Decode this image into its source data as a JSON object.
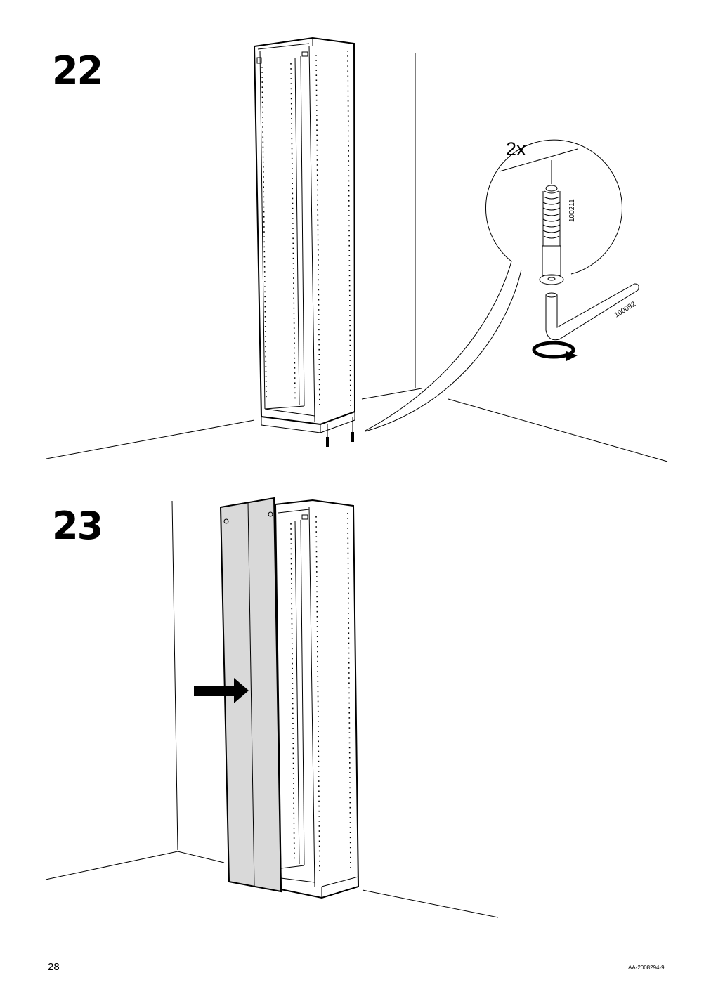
{
  "steps": {
    "step22": {
      "number": "22",
      "quantity": "2x",
      "part_screw": "100211",
      "part_tool": "100092"
    },
    "step23": {
      "number": "23"
    }
  },
  "footer": {
    "page_number": "28",
    "doc_id": "AA-2008294-9"
  },
  "colors": {
    "panel_fill": "#d9d9d9",
    "line": "#000000"
  },
  "icons": [
    "arrow-right-icon",
    "rotate-clockwise-icon"
  ]
}
